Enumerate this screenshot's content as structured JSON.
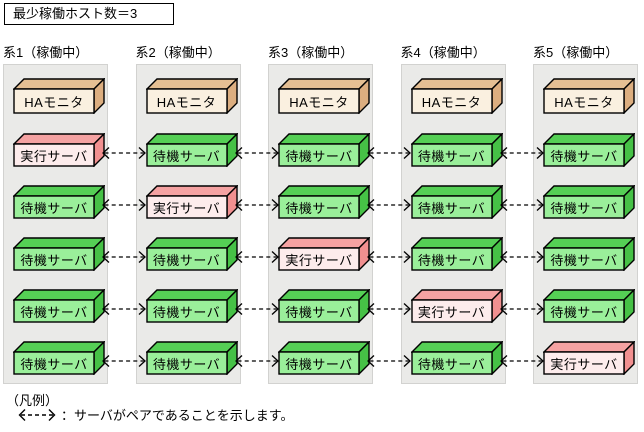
{
  "title": "最少稼働ホスト数＝3",
  "columns": [
    {
      "header": "系1（稼働中）",
      "ha_label": "HAモニタ",
      "servers": [
        {
          "label": "実行サーバ",
          "type": "active"
        },
        {
          "label": "待機サーバ",
          "type": "standby"
        },
        {
          "label": "待機サーバ",
          "type": "standby"
        },
        {
          "label": "待機サーバ",
          "type": "standby"
        },
        {
          "label": "待機サーバ",
          "type": "standby"
        }
      ]
    },
    {
      "header": "系2（稼働中）",
      "ha_label": "HAモニタ",
      "servers": [
        {
          "label": "待機サーバ",
          "type": "standby"
        },
        {
          "label": "実行サーバ",
          "type": "active"
        },
        {
          "label": "待機サーバ",
          "type": "standby"
        },
        {
          "label": "待機サーバ",
          "type": "standby"
        },
        {
          "label": "待機サーバ",
          "type": "standby"
        }
      ]
    },
    {
      "header": "系3（稼働中）",
      "ha_label": "HAモニタ",
      "servers": [
        {
          "label": "待機サーバ",
          "type": "standby"
        },
        {
          "label": "待機サーバ",
          "type": "standby"
        },
        {
          "label": "実行サーバ",
          "type": "active"
        },
        {
          "label": "待機サーバ",
          "type": "standby"
        },
        {
          "label": "待機サーバ",
          "type": "standby"
        }
      ]
    },
    {
      "header": "系4（稼働中）",
      "ha_label": "HAモニタ",
      "servers": [
        {
          "label": "待機サーバ",
          "type": "standby"
        },
        {
          "label": "待機サーバ",
          "type": "standby"
        },
        {
          "label": "待機サーバ",
          "type": "standby"
        },
        {
          "label": "実行サーバ",
          "type": "active"
        },
        {
          "label": "待機サーバ",
          "type": "standby"
        }
      ]
    },
    {
      "header": "系5（稼働中）",
      "ha_label": "HAモニタ",
      "servers": [
        {
          "label": "待機サーバ",
          "type": "standby"
        },
        {
          "label": "待機サーバ",
          "type": "standby"
        },
        {
          "label": "待機サーバ",
          "type": "standby"
        },
        {
          "label": "待機サーバ",
          "type": "standby"
        },
        {
          "label": "実行サーバ",
          "type": "active"
        }
      ]
    }
  ],
  "legend": {
    "heading": "（凡例）",
    "note": "：サーバがペアであることを示します。"
  },
  "icons": {
    "pair_arrow": "double-headed-dashed-arrow"
  },
  "colors": {
    "standby_face": "#9aef9a",
    "standby_top": "#55cf55",
    "standby_side": "#46c146",
    "active_face": "#fdecec",
    "active_top": "#f5a2a2",
    "active_side": "#f19090",
    "ha_face": "#faf0e0",
    "ha_top": "#e5bf93",
    "ha_side": "#dcae80",
    "container_bg": "#eaeae8",
    "container_border": "#d2d2d0",
    "arrow": "#000000",
    "box_border": "#000000"
  }
}
